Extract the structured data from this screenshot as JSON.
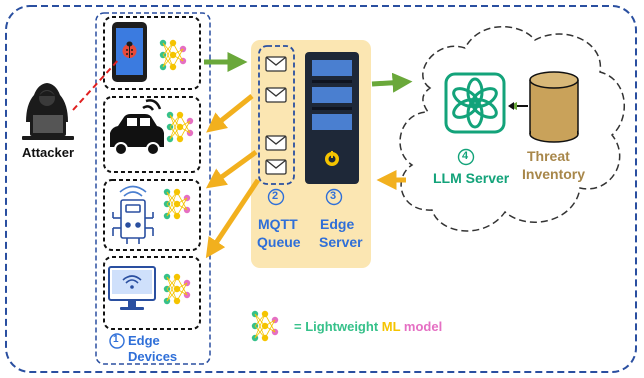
{
  "attacker": {
    "label": "Attacker"
  },
  "edge_devices": {
    "number": "1",
    "label_line1": "Edge",
    "label_line2": "Devices"
  },
  "mqtt_queue": {
    "number": "2",
    "label_line1": "MQTT",
    "label_line2": "Queue"
  },
  "edge_server": {
    "number": "3",
    "label_line1": "Edge",
    "label_line2": "Server"
  },
  "llm_server": {
    "number": "4",
    "label": "LLM Server"
  },
  "threat_inventory": {
    "label_line1": "Threat",
    "label_line2": "Inventory"
  },
  "legend": {
    "equals": "=",
    "part1": "Lightweight ",
    "part2": "ML",
    "part3": " model"
  },
  "colors": {
    "frame": "#2a4fa0",
    "panel": "#fbe6b2",
    "arrow_green": "#6aa83a",
    "arrow_orange": "#f2b01e",
    "attack_line": "#e02020",
    "llm_green": "#13a37a",
    "cylinder": "#c9a25a",
    "server_blue": "#4a7fd0",
    "brain_yellow": "#f5c400",
    "legend_green": "#36c18a",
    "legend_pink": "#e56fc3"
  }
}
